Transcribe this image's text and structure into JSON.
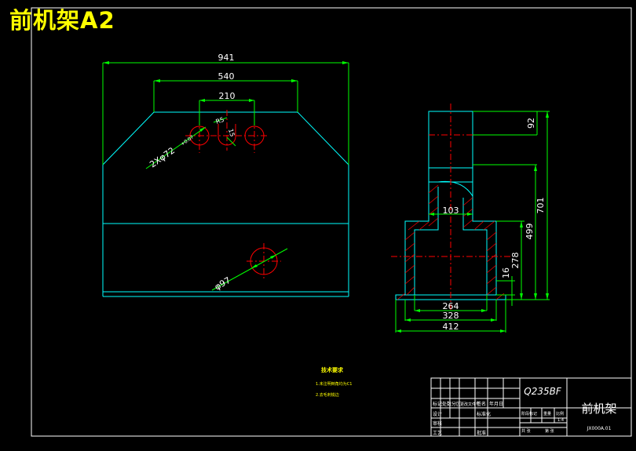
{
  "drawing": {
    "title": "前机架A2"
  },
  "front_view": {
    "dim_overall_width": "941",
    "dim_top_width": "540",
    "dim_slot_spacing": "210",
    "dim_holes": "2Xφ72",
    "dim_holes_tol": "+0.07",
    "dim_slot_r": "R5",
    "dim_slot_angle": "15",
    "dim_hole": "φ97"
  },
  "side_view": {
    "dim_top": "92",
    "dim_overall_height": "701",
    "dim_body_height": "499",
    "dim_base_height": "278",
    "dim_flange": "16",
    "dim_inner_width": "103",
    "dim_bore": "264",
    "dim_base_inner": "328",
    "dim_base_width": "412"
  },
  "notes": {
    "heading": "技术要求",
    "line1": "1.未注明倒角均为C1",
    "line2": "2.去毛刺锐边"
  },
  "title_block": {
    "material": "Q235BF",
    "part_name": "前机架",
    "drawing_number": "JX000A.01",
    "col_mark": "标记",
    "col_count": "处数",
    "col_zone": "分区",
    "col_doc": "更改文件号",
    "col_sign": "签名",
    "col_date": "年月日",
    "row_design": "设计",
    "row_check": "审核",
    "row_process": "工艺",
    "row_standard": "标准化",
    "row_approve": "批准",
    "stage": "阶段标记",
    "weight": "重量",
    "scale": "比例",
    "scale_value": "1:4",
    "sheet_total": "共 张",
    "sheet_no": "第 张"
  }
}
